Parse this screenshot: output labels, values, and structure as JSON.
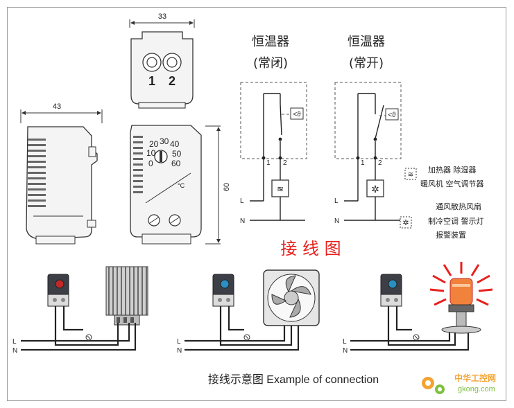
{
  "dimensions": {
    "top_width": "33",
    "side_width": "43",
    "height": "60"
  },
  "thermostat": {
    "terminal_1": "1",
    "terminal_2": "2",
    "dial_scale": [
      "20",
      "30",
      "40",
      "10",
      "50",
      "0",
      "60"
    ],
    "unit": "°C"
  },
  "schematic_nc": {
    "title": "恒温器",
    "subtitle": "(常闭)",
    "terminal_1": "1",
    "terminal_2": "2",
    "label_L": "L",
    "label_N": "N"
  },
  "schematic_no": {
    "title": "恒温器",
    "subtitle": "(常开)",
    "terminal_1": "1",
    "terminal_2": "2",
    "label_L": "L",
    "label_N": "N"
  },
  "legend": {
    "heater_line1": "加热器 除湿器",
    "heater_line2": "暖风机 空气调节器",
    "fan_line1": "通风散热风扇",
    "fan_line2": "制冷空调 警示灯",
    "fan_line3": "报警装置"
  },
  "wiring_title": "接 线 图",
  "examples": {
    "ex1_L": "L",
    "ex1_N": "N",
    "ex2_L": "L",
    "ex2_N": "N",
    "ex3_L": "L",
    "ex3_N": "N"
  },
  "caption": "接线示意图 Example of connection",
  "watermark": {
    "brand": "中华工控网",
    "url": "gkong.com"
  },
  "colors": {
    "title_red": "#e8201c",
    "dial_red": "#c0282a",
    "dial_blue": "#2a8fc4",
    "watermark_orange": "#f39a1c",
    "watermark_green": "#6fba2c"
  }
}
